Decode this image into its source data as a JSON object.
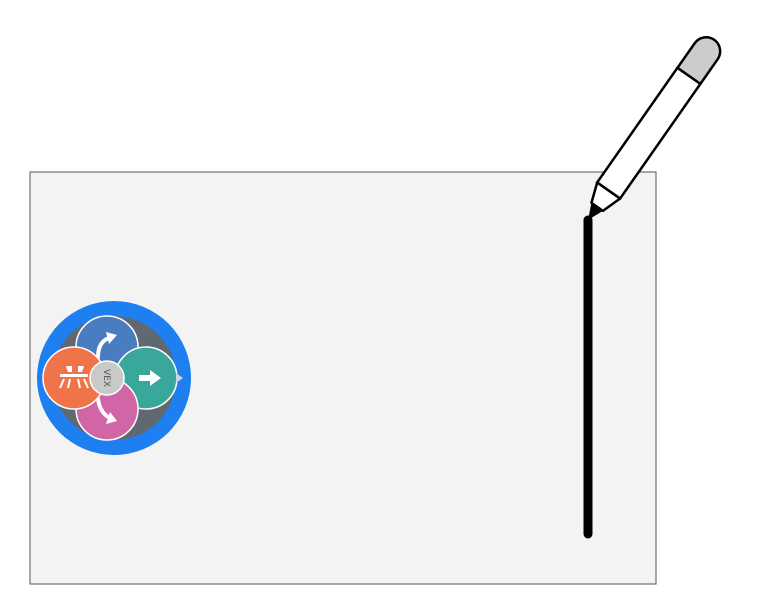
{
  "drawing_area": {
    "background_color": "#f3f3f3",
    "border_color": "#555555"
  },
  "robot": {
    "outer_ring_color": "#1e7ff0",
    "inner_disc_color": "#606870",
    "center_hub": {
      "text": "VEX",
      "color": "#c9c9c9"
    },
    "buttons": [
      {
        "name": "turn-left",
        "icon": "curved-arrow-up-icon",
        "color": "#4a7cc0"
      },
      {
        "name": "forward",
        "icon": "right-arrow-icon",
        "color": "#3aa79b"
      },
      {
        "name": "turn-right",
        "icon": "curved-arrow-down-icon",
        "color": "#d066a6"
      },
      {
        "name": "pen",
        "icon": "pen-lamp-icon",
        "color": "#f0734a"
      }
    ],
    "direction_indicator": "triangle-right-icon"
  },
  "pen": {
    "body_color": "#ffffff",
    "cap_color": "#cccccc",
    "outline_color": "#000000"
  },
  "drawn_line": {
    "color": "#000000"
  }
}
